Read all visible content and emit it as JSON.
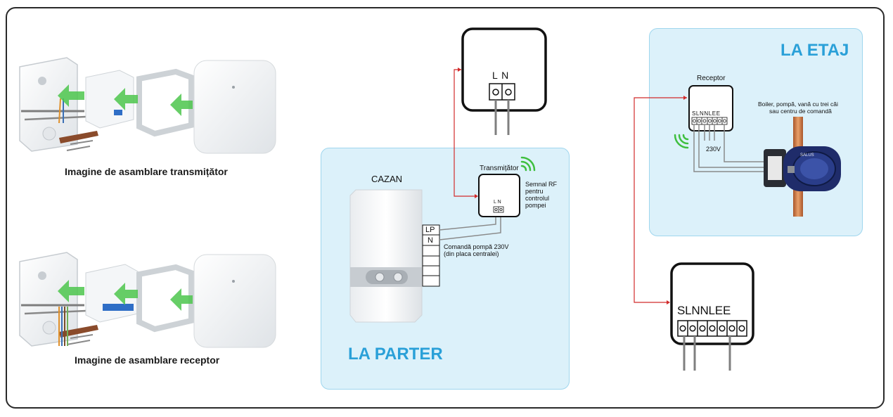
{
  "left": {
    "transmitter_caption": "Imagine de asamblare transmițător",
    "receiver_caption": "Imagine de asamblare receptor"
  },
  "ground_floor": {
    "title": "LA PARTER",
    "boiler_label": "CAZAN",
    "terminals": [
      "LP",
      "N"
    ],
    "pump_command": "Comandă pompă 230V",
    "pump_command_note": "(din placa centralei)",
    "transmitter_label": "Transmițător",
    "transmitter_terminals": "L N",
    "rf_signal_lines": [
      "Semnal RF",
      "pentru",
      "controlul",
      "pompei"
    ]
  },
  "top_box": {
    "terminals": "L N"
  },
  "upper_floor": {
    "title": "LA ETAJ",
    "receiver_label": "Receptor",
    "receiver_terminals": "SLNNLEE",
    "voltage": "230V",
    "device_lines": [
      "Boiler, pompă, vană cu trei căi",
      "sau centru de comandă"
    ],
    "pump_brand": "SALUS"
  },
  "bottom_box": {
    "terminals": "SLNNLEE"
  },
  "colors": {
    "accent_blue": "#2aa0d8",
    "panel_fill": "#dcf1fa",
    "wire_red": "#d12b2b",
    "rf_green": "#3fbf3f",
    "arrow_green": "#4cc64c"
  }
}
